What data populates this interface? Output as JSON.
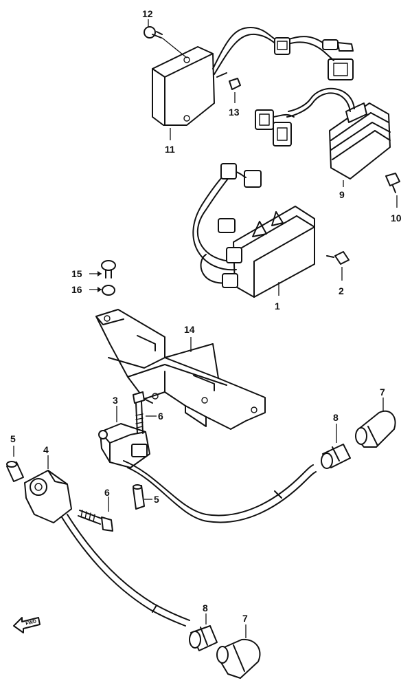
{
  "callouts": {
    "c1": "1",
    "c2": "2",
    "c3": "3",
    "c4": "4",
    "c5a": "5",
    "c5b": "5",
    "c6a": "6",
    "c6b": "6",
    "c7a": "7",
    "c7b": "7",
    "c8a": "8",
    "c8b": "8",
    "c9": "9",
    "c10": "10",
    "c11": "11",
    "c12": "12",
    "c13": "13",
    "c14": "14",
    "c15": "15",
    "c16": "16"
  },
  "front_marker": "FWD",
  "colors": {
    "ink": "#111111",
    "paper": "#ffffff"
  }
}
